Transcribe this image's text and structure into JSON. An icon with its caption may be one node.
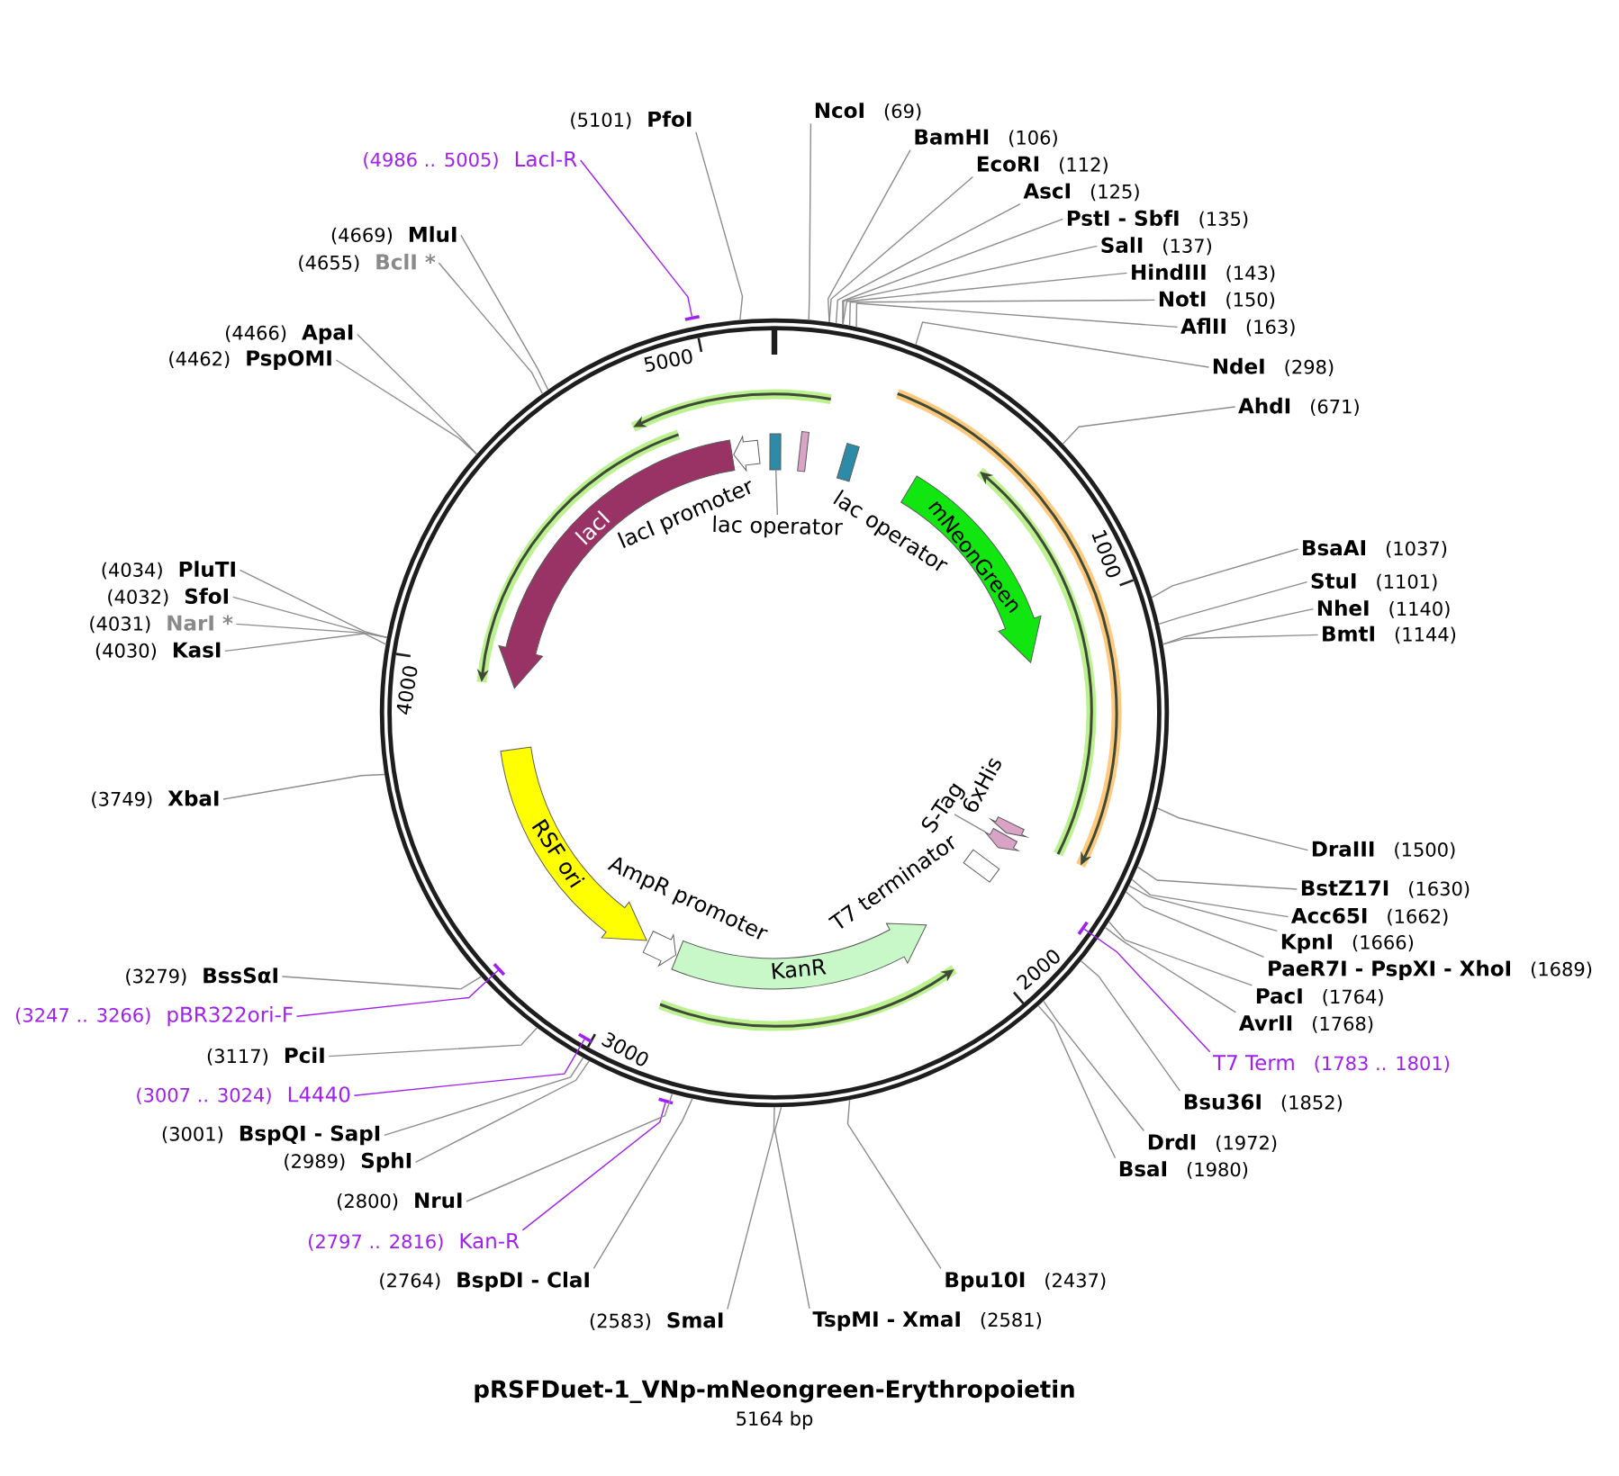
{
  "diagram": {
    "title": "pRSFDuet-1_VNp-mNeongreen-Erythropoietin",
    "caption": "5164 bp",
    "nodes": [
      {
        "text": [],
        "shape": "circle"
      },
      {
        "text": [
          "lacI"
        ],
        "in": 0
      },
      {
        "text": [
          "lacI promoter"
        ],
        "in": 0
      },
      {
        "text": [],
        "shape": "box",
        "in": 0
      },
      {
        "text": [
          "lac operator"
        ],
        "in": 0
      },
      {
        "text": [],
        "shape": "box",
        "in": 0
      },
      {
        "text": [
          "lac operator"
        ],
        "in": 0
      },
      {
        "text": [
          "mNeonGreen"
        ],
        "in": 0
      },
      {
        "text": [
          "6xHis"
        ],
        "in": 0
      },
      {
        "text": [
          "S-Tag"
        ],
        "in": 0
      },
      {
        "text": [],
        "shape": "arrow",
        "in": 0
      },
      {
        "text": [
          "T7 terminator"
        ],
        "in": 0
      },
      {
        "text": [
          "KanR"
        ],
        "in": 0
      },
      {
        "text": [
          "AmpR promoter"
        ],
        "in": 0
      },
      {
        "text": [
          "RSF ori"
        ],
        "in": 0
      },
      {
        "text": [
          "NcoI",
          "(69)"
        ]
      },
      {
        "text": [
          "BamHI",
          "(106)"
        ]
      },
      {
        "text": [
          "EcoRI",
          "(112)"
        ]
      },
      {
        "text": [
          "AscI",
          "(125)"
        ]
      },
      {
        "text": [
          "PstI - SbfI",
          "(135)"
        ]
      },
      {
        "text": [
          "SalI",
          "(137)"
        ]
      },
      {
        "text": [
          "HindIII",
          "(143)"
        ]
      },
      {
        "text": [
          "NotI",
          "(150)"
        ]
      },
      {
        "text": [
          "AflII",
          "(163)"
        ]
      },
      {
        "text": [
          "NdeI",
          "(298)"
        ]
      },
      {
        "text": [
          "AhdI",
          "(671)"
        ]
      },
      {
        "text": [
          "BsaAI",
          "(1037)"
        ]
      },
      {
        "text": [
          "StuI",
          "(1101)"
        ]
      },
      {
        "text": [
          "NheI",
          "(1140)"
        ]
      },
      {
        "text": [
          "BmtI",
          "(1144)"
        ]
      },
      {
        "text": [
          "DraIII",
          "(1500)"
        ]
      },
      {
        "text": [
          "BstZ17I",
          "(1630)"
        ]
      },
      {
        "text": [
          "Acc65I",
          "(1662)"
        ]
      },
      {
        "text": [
          "KpnI",
          "(1666)"
        ]
      },
      {
        "text": [
          "PaeR7I - PspXI - XhoI",
          "(1689)"
        ]
      },
      {
        "text": [
          "PacI",
          "(1764)"
        ]
      },
      {
        "text": [
          "AvrII",
          "(1768)"
        ]
      },
      {
        "text": [
          "T7 Term",
          "(1783 .. 1801)"
        ]
      },
      {
        "text": [],
        "shape": "bar",
        "in": 0
      },
      {
        "text": [
          "Bsu36I",
          "(1852)"
        ]
      },
      {
        "text": [
          "DrdI",
          "(1972)"
        ]
      },
      {
        "text": [
          "BsaI",
          "(1980)"
        ]
      },
      {
        "text": [
          "Bpu10I",
          "(2437)"
        ]
      },
      {
        "text": [
          "TspMI - XmaI",
          "(2581)"
        ]
      },
      {
        "text": [
          "(2583)",
          "SmaI"
        ]
      },
      {
        "text": [
          "(2764)",
          "BspDI - ClaI"
        ]
      },
      {
        "text": [
          "(2797 .. 2816)",
          "Kan-R"
        ]
      },
      {
        "text": [],
        "shape": "bar"
      },
      {
        "text": [
          "(2800)",
          "NruI"
        ]
      },
      {
        "text": [
          "(2989)",
          "SphI"
        ]
      },
      {
        "text": [
          "(3001)",
          "BspQI - SapI"
        ]
      },
      {
        "text": [
          "(3007 .. 3024)",
          "L4440"
        ]
      },
      {
        "text": [],
        "shape": "bar",
        "in": 0
      },
      {
        "text": [
          "(3117)",
          "PciI"
        ]
      },
      {
        "text": [
          "(3247 .. 3266)",
          "pBR322ori-F"
        ]
      },
      {
        "text": [],
        "shape": "bar",
        "in": 0
      },
      {
        "text": [
          "(3279)",
          "BssSαI"
        ]
      },
      {
        "text": [
          "(3749)",
          "XbaI"
        ]
      },
      {
        "text": [
          "(4030)",
          "KasI"
        ]
      },
      {
        "text": [
          "(4031)",
          "NarI *"
        ]
      },
      {
        "text": [
          "(4032)",
          "SfoI"
        ]
      },
      {
        "text": [
          "(4034)",
          "PluTI"
        ]
      },
      {
        "text": [
          "(4462)",
          "PspOMI"
        ]
      },
      {
        "text": [
          "(4466)",
          "ApaI"
        ]
      },
      {
        "text": [
          "(4655)",
          "BclI *"
        ]
      },
      {
        "text": [
          "(4669)",
          "MluI"
        ]
      },
      {
        "text": [
          "(4986 .. 5005)",
          "LacI-R"
        ]
      },
      {
        "text": [],
        "shape": "bar"
      },
      {
        "text": [
          "(5101)",
          "PfoI"
        ]
      }
    ],
    "edges": [
      {
        "from": 4,
        "to": 3,
        "arrow": "none"
      },
      {
        "from": 9,
        "to": 10,
        "arrow": "none"
      },
      {
        "from": 15,
        "to": 0,
        "arrow": "none"
      },
      {
        "from": 16,
        "to": 0,
        "arrow": "none"
      },
      {
        "from": 17,
        "to": 0,
        "arrow": "none"
      },
      {
        "from": 18,
        "to": 0,
        "arrow": "none"
      },
      {
        "from": 19,
        "to": 0,
        "arrow": "none"
      },
      {
        "from": 20,
        "to": 0,
        "arrow": "none"
      },
      {
        "from": 21,
        "to": 0,
        "arrow": "none"
      },
      {
        "from": 22,
        "to": 0,
        "arrow": "none"
      },
      {
        "from": 23,
        "to": 0,
        "arrow": "none"
      },
      {
        "from": 24,
        "to": 0,
        "arrow": "none"
      },
      {
        "from": 25,
        "to": 0,
        "arrow": "none"
      },
      {
        "from": 26,
        "to": 0,
        "arrow": "none"
      },
      {
        "from": 27,
        "to": 0,
        "arrow": "none"
      },
      {
        "from": 28,
        "to": 0,
        "arrow": "none"
      },
      {
        "from": 29,
        "to": 0,
        "arrow": "none"
      },
      {
        "from": 30,
        "to": 0,
        "arrow": "none"
      },
      {
        "from": 31,
        "to": 0,
        "arrow": "none"
      },
      {
        "from": 32,
        "to": 0,
        "arrow": "none"
      },
      {
        "from": 33,
        "to": 0,
        "arrow": "none"
      },
      {
        "from": 34,
        "to": 0,
        "arrow": "none"
      },
      {
        "from": 35,
        "to": 0,
        "arrow": "none"
      },
      {
        "from": 36,
        "to": 0,
        "arrow": "none"
      },
      {
        "from": 37,
        "to": 38,
        "arrow": "none",
        "color": "#a020f0"
      },
      {
        "from": 39,
        "to": 0,
        "arrow": "none"
      },
      {
        "from": 40,
        "to": 0,
        "arrow": "none"
      },
      {
        "from": 41,
        "to": 0,
        "arrow": "none"
      },
      {
        "from": 42,
        "to": 0,
        "arrow": "none"
      },
      {
        "from": 43,
        "to": 0,
        "arrow": "none"
      },
      {
        "from": 44,
        "to": 0,
        "arrow": "none"
      },
      {
        "from": 45,
        "to": 0,
        "arrow": "none"
      },
      {
        "from": 46,
        "to": 47,
        "arrow": "none",
        "color": "#a020f0"
      },
      {
        "from": 48,
        "to": 0,
        "arrow": "none"
      },
      {
        "from": 49,
        "to": 0,
        "arrow": "none"
      },
      {
        "from": 50,
        "to": 0,
        "arrow": "none"
      },
      {
        "from": 51,
        "to": 52,
        "arrow": "none",
        "color": "#a020f0"
      },
      {
        "from": 53,
        "to": 0,
        "arrow": "none"
      },
      {
        "from": 54,
        "to": 55,
        "arrow": "none",
        "color": "#a020f0"
      },
      {
        "from": 56,
        "to": 0,
        "arrow": "none"
      },
      {
        "from": 57,
        "to": 0,
        "arrow": "none"
      },
      {
        "from": 58,
        "to": 0,
        "arrow": "none"
      },
      {
        "from": 59,
        "to": 0,
        "arrow": "none"
      },
      {
        "from": 60,
        "to": 0,
        "arrow": "none"
      },
      {
        "from": 61,
        "to": 0,
        "arrow": "none"
      },
      {
        "from": 62,
        "to": 0,
        "arrow": "none"
      },
      {
        "from": 63,
        "to": 0,
        "arrow": "none"
      },
      {
        "from": 64,
        "to": 0,
        "arrow": "none"
      },
      {
        "from": 65,
        "to": 0,
        "arrow": "none"
      },
      {
        "from": 66,
        "to": 67,
        "arrow": "none",
        "color": "#a020f0"
      },
      {
        "from": 68,
        "to": 0,
        "arrow": "none"
      }
    ],
    "labels": [
      "1000",
      "2000",
      "3000",
      "4000",
      "5000"
    ]
  }
}
